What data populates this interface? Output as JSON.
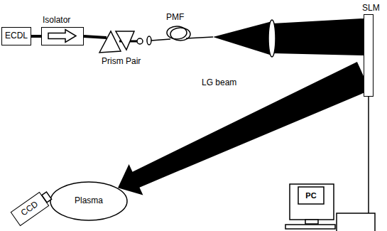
{
  "diagram": {
    "nodes": [
      {
        "text": [
          "ECDL"
        ]
      },
      {
        "text": [
          "Isolator"
        ]
      },
      {
        "text": [
          "SLM"
        ]
      },
      {
        "text": [
          "Plasma"
        ]
      },
      {
        "text": [
          "CCD"
        ]
      },
      {
        "text": [
          "PC"
        ]
      }
    ],
    "edges": [
      {
        "from": 0,
        "to": 1,
        "arrow": "none"
      },
      {
        "from": 2,
        "to": 3,
        "arrow": "to"
      },
      {
        "from": 2,
        "to": 5,
        "arrow": "none"
      }
    ],
    "labels": [
      "Prism Pair",
      "PMF",
      "LG beam"
    ]
  }
}
